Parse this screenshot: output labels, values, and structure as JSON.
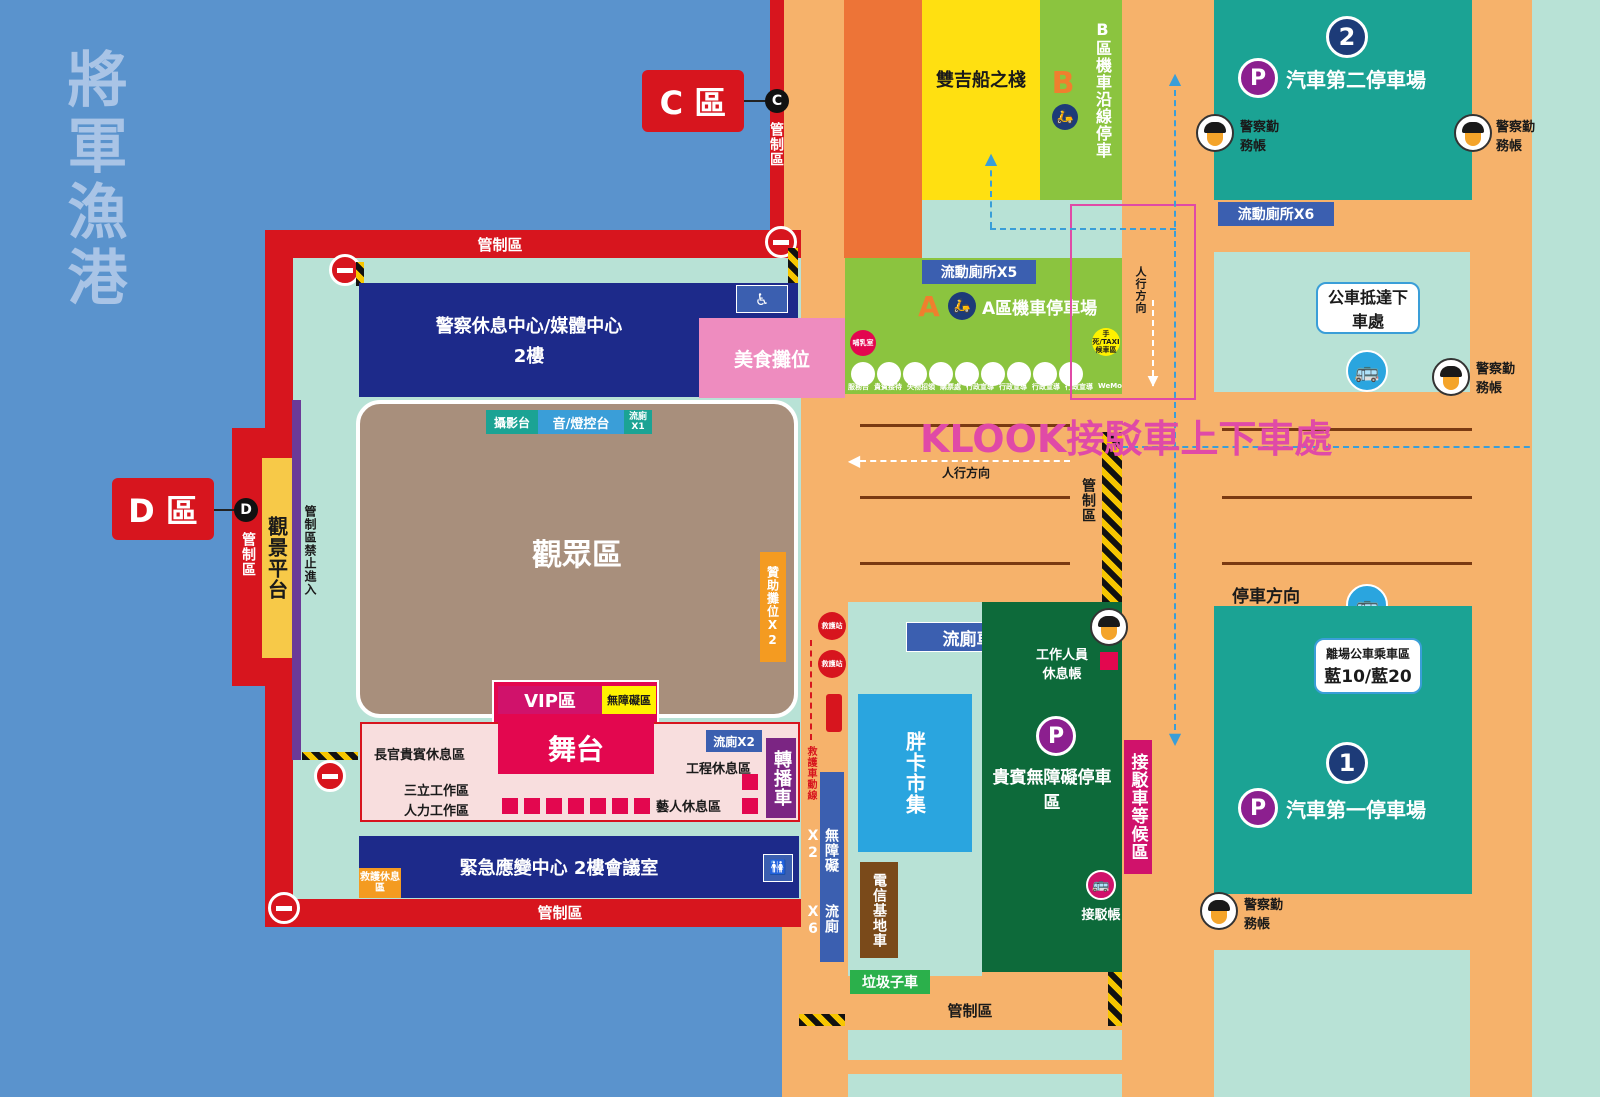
{
  "colors": {
    "sea": "#5a93cd",
    "road": "#f6b26b",
    "restricted_red": "#d7151e",
    "navy": "#1d2a8a",
    "audience_brown": "#a88f7c",
    "stage_pink": "#e3074f",
    "green_lot": "#8bc43f",
    "teal_lot": "#1ba394",
    "dark_green": "#0d6a3a",
    "klook_text": "#e04aa7"
  },
  "harbor": {
    "title": "將軍漁港"
  },
  "zones": {
    "c_zone": {
      "label": "C 區",
      "marker": "C",
      "control": "管制區"
    },
    "d_zone": {
      "label": "D 區",
      "marker": "D",
      "control": "管制區"
    }
  },
  "venue": {
    "top_control": "管制區",
    "bottom_control": "管制區",
    "viewing_platform": "觀景平台",
    "no_entry_strip": "管制區禁止進入",
    "police_media_center": {
      "line1": "警察休息中心/媒體中心",
      "line2": "2樓"
    },
    "food_stalls": "美食攤位",
    "photo_stand": "攝影台",
    "sound_light": "音/燈控台",
    "toilet_x1": "流廁X1",
    "audience": "觀眾區",
    "sponsor": "贊助攤位X2",
    "vip": "VIP區",
    "accessible_zone": "無障礙區",
    "stage": "舞台",
    "officials_lounge": "長官貴賓休息區",
    "sanli_work": "三立工作區",
    "manpower_work": "人力工作區",
    "toilet_x2": "流廁X2",
    "engineering_rest": "工程休息區",
    "artist_rest": "藝人休息區",
    "broadcast_truck": "轉播車",
    "emergency_center": "緊急應變中心 2樓會議室",
    "rescue_rest": "救護休息區"
  },
  "east": {
    "twin_boat_inn": "雙吉船之棧",
    "b_letter": "B",
    "b_moto_parking": "B區機車沿線停車",
    "a_letter": "A",
    "toilets_x5": "流動廁所X5",
    "a_moto_parking": "A區機車停車場",
    "nursing_room": "哺乳室",
    "taxi": "手死/TAXI候車區",
    "info_icons": [
      "服務台",
      "貴賓接待",
      "失物招領",
      "購票處",
      "行政宣導",
      "行政宣導",
      "行政宣導",
      "行政宣導",
      "WeMo"
    ],
    "pedestrian_direction": "人行方向",
    "klook": "KLOOK接駁車上下車處",
    "control_mid": "管制區",
    "first_aid_1": "救護站",
    "first_aid_2": "救護站",
    "ambulance_route": "救護車動線",
    "accessible_toilets": "無障礙X2",
    "toilets_x6_v": "流廁X6",
    "toilet_truck": "流廁車",
    "staff_rest": "工作人員休息帳",
    "fatcard_market": "胖卡市集",
    "telecom_truck": "電信基地車",
    "vip_parking": "貴賓無障礙停車區",
    "shuttle_waiting": "接駁車等候區",
    "shuttle_tent": "接駁帳",
    "garbage_truck": "垃圾子車",
    "control_bottom": "管制區"
  },
  "parking": {
    "lot2_number": "2",
    "lot2": "汽車第二停車場",
    "lot2_toilets": "流動廁所X6",
    "lot1_number": "1",
    "lot1": "汽車第一停車場",
    "police_tent": "警察勤務帳",
    "bus_arrival": "公車抵達下車處",
    "parking_direction": "停車方向",
    "bus_departure_title": "離場公車乘車區",
    "bus_routes": "藍10/藍20"
  }
}
